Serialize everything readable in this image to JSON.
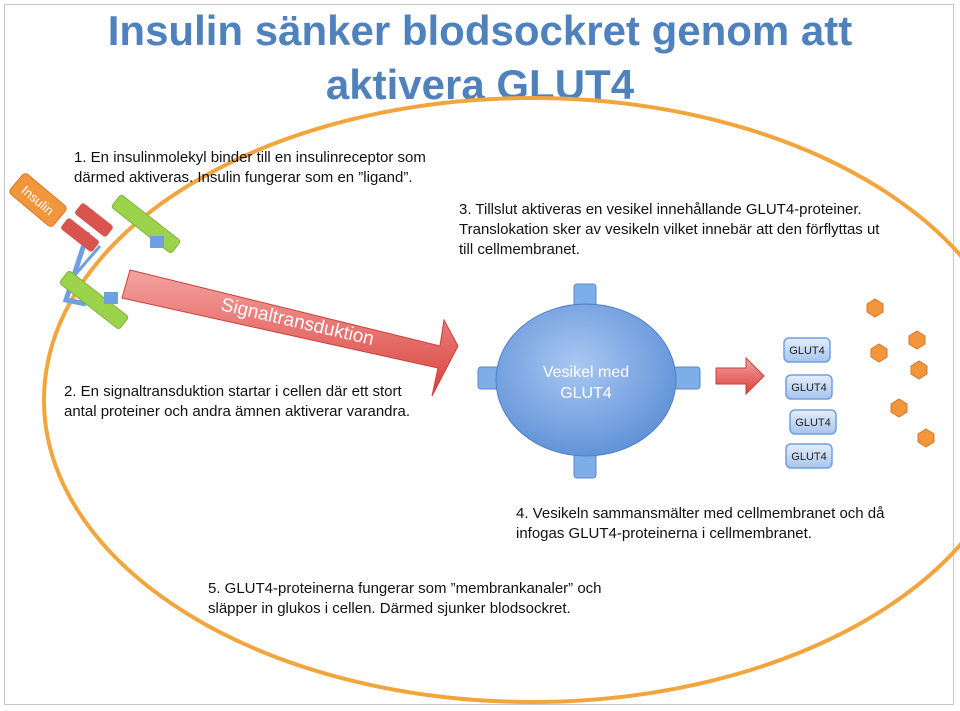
{
  "title_line1": "Insulin sänker blodsockret genom att",
  "title_line2": "aktivera GLUT4",
  "insulin_label": "Insulin",
  "signal_label": "Signaltransduktion",
  "vesicle_label_line1": "Vesikel med",
  "vesicle_label_line2": "GLUT4",
  "glut4_label": "GLUT4",
  "steps": {
    "step1_line1": "1. En insulinmolekyl binder till en insulinreceptor som",
    "step1_line2": "därmed aktiveras. Insulin fungerar som en ”ligand”.",
    "step2_line1": "2. En signaltransduktion startar i cellen där ett stort",
    "step2_line2": "antal proteiner och andra ämnen aktiverar varandra.",
    "step3_line1": "3. Tillslut aktiveras en vesikel innehållande  GLUT4-proteiner.",
    "step3_line2": "Translokation sker av vesikeln vilket innebär att den förflyttas ut",
    "step3_line3": "till cellmembranet.",
    "step4_line1": "4. Vesikeln sammansmälter med cellmembranet och då",
    "step4_line2": "infogas GLUT4-proteinerna i cellmembranet.",
    "step5_line1": "5. GLUT4-proteinerna fungerar som ”membrankanaler” och",
    "step5_line2": "släpper in glukos i cellen.  Därmed sjunker blodsockret."
  },
  "colors": {
    "title": "#4f81bd",
    "membrane": "#f2a53c",
    "arrow_red": "#e0514d",
    "vesicle_blue": "#6f9fe0",
    "receptor_green": "#9bd34a",
    "receptor_red": "#d9534f",
    "glucose_orange": "#f2963c"
  }
}
